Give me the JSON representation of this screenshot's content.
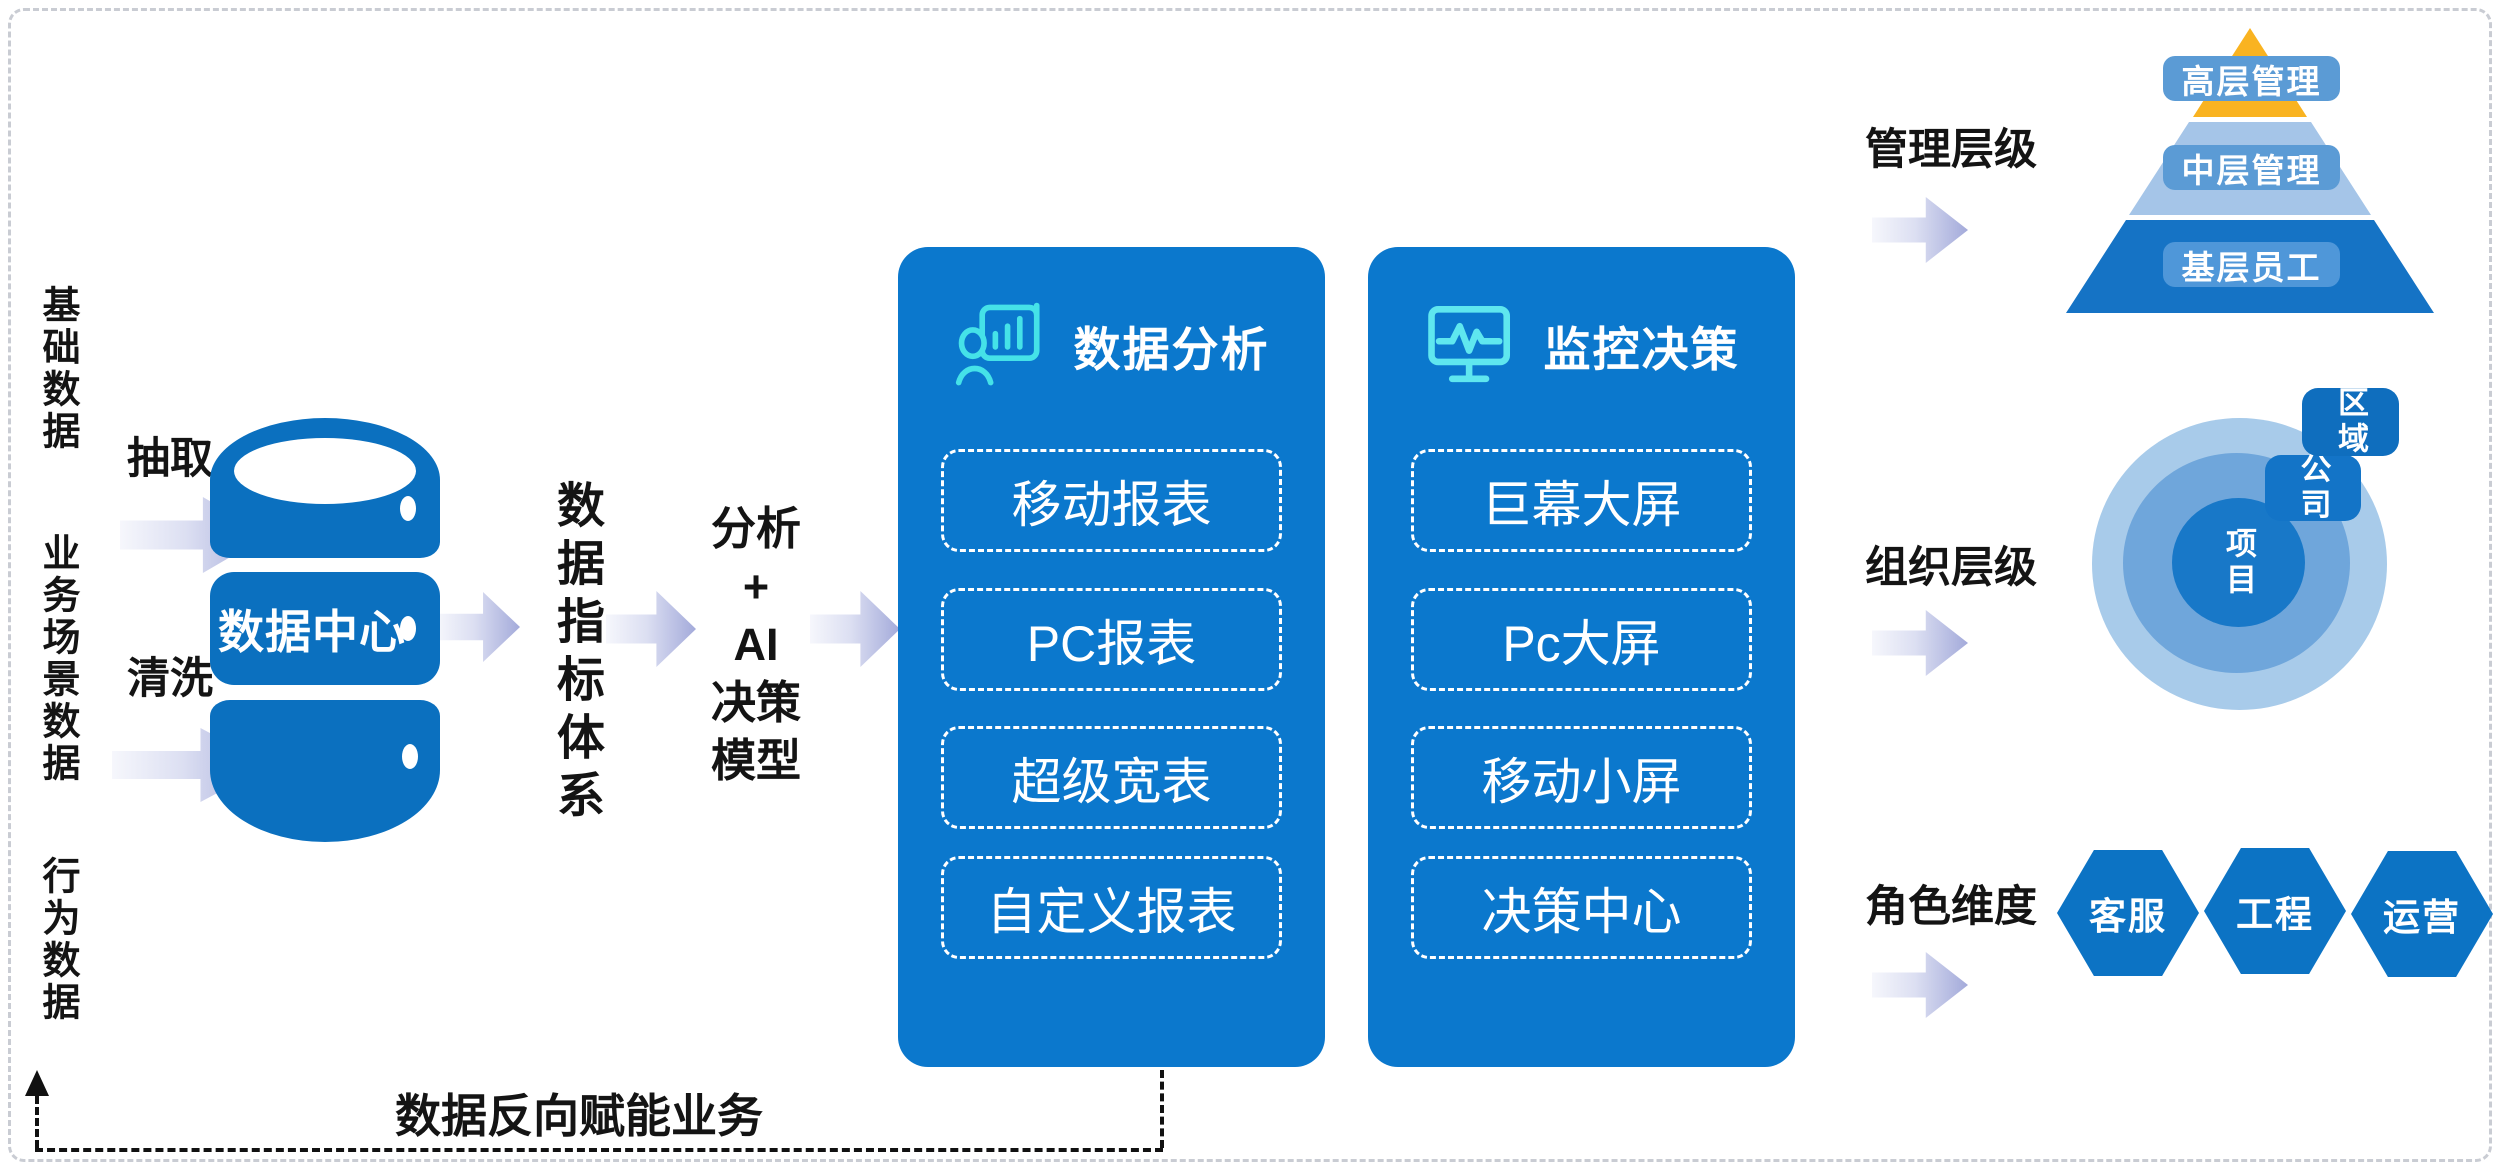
{
  "left_flow": {
    "sources": [
      "基础数据",
      "业务场景数据",
      "行为数据"
    ],
    "extract_label": "抽取",
    "clean_label": "清洗",
    "datacenter_label": "数据中心",
    "indicator_label": "数据指标体系",
    "model_lines": [
      "分析",
      "+",
      "AI",
      "决策",
      "模型"
    ]
  },
  "panels": [
    {
      "title": "数据分析",
      "icon": "presenter-bar-chart-icon",
      "items": [
        "移动报表",
        "PC报表",
        "超级宽表",
        "自定义报表"
      ]
    },
    {
      "title": "监控决策",
      "icon": "monitor-pulse-icon",
      "items": [
        "巨幕大屏",
        "Pc大屏",
        "移动小屏",
        "决策中心"
      ]
    }
  ],
  "feedback_label": "数据反向赋能业务",
  "right_sections": [
    {
      "label": "管理层级",
      "type": "pyramid",
      "levels": [
        "高层管理",
        "中层管理",
        "基层员工"
      ]
    },
    {
      "label": "组织层级",
      "type": "concentric-circles",
      "rings": [
        "项目",
        "公司",
        "区域"
      ]
    },
    {
      "label": "角色维度",
      "type": "hexagons",
      "roles": [
        "客服",
        "工程",
        "运营"
      ]
    }
  ],
  "colors": {
    "panel_blue": "#0b78cd",
    "cylinder_blue": "#0b70bf",
    "hexagon_blue": "#0c73c4",
    "icon_cyan": "#45e2e8",
    "pyramid_yellow": "#f9b321",
    "pyramid_light_blue": "#a5c5e8",
    "pyramid_dark_blue": "#1573c5",
    "pyramid_label_blue": "#5b9bd5",
    "ring_outer": "#a8cbea",
    "ring_middle": "#6fa6db",
    "ring_inner": "#1878c8",
    "arrow_gradient": "#a3aada"
  }
}
